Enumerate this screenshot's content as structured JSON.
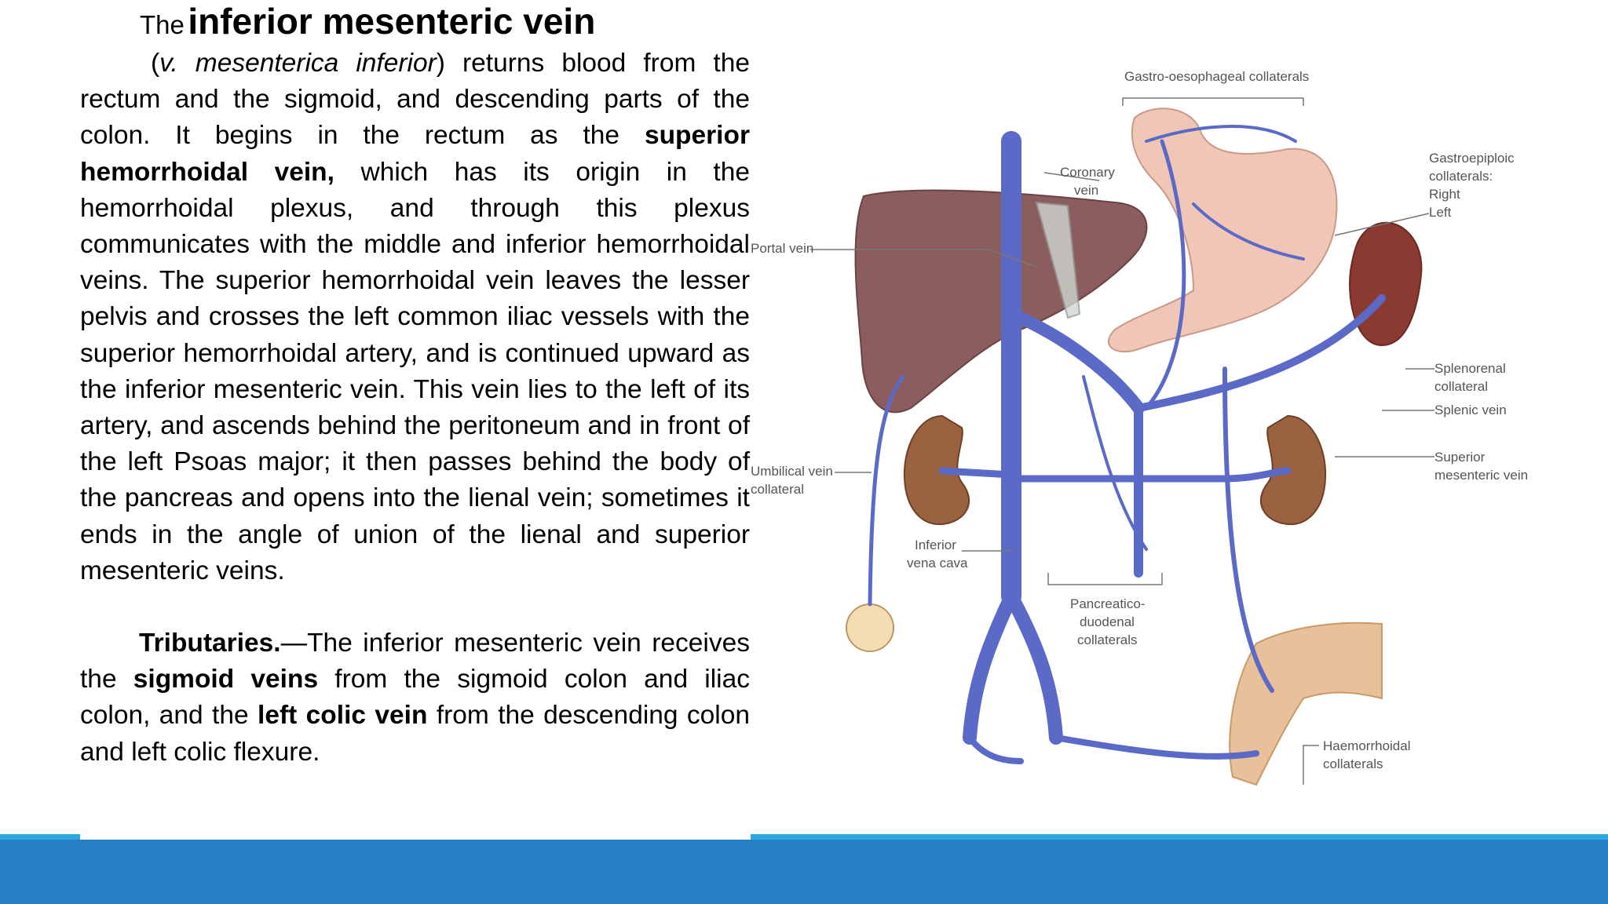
{
  "title": {
    "prefix": "The",
    "main": "inferior mesenteric vein"
  },
  "paragraph1": {
    "open_paren": "(",
    "latin": "v. mesenterica inferior",
    "t1": ") returns blood from the rectum and the sigmoid, and descending parts of the colon. It begins in the rectum as the ",
    "b1": "superior hemorrhoidal vein,",
    "t2": " which has its origin in the hemorrhoidal plexus, and through this plexus communicates with the middle and inferior hemorrhoidal veins. The superior hemorrhoidal vein leaves the lesser pelvis and crosses the left common iliac vessels with the superior hemorrhoidal artery, and is continued upward as the inferior mesenteric vein. This vein lies to the left of its artery, and ascends behind the peritoneum and in front of the left Psoas major; it then passes behind the body of the pancreas and opens into the lienal vein; sometimes it ends in the angle of union of the lienal and superior mesenteric veins."
  },
  "paragraph2": {
    "b1": "Tributaries.",
    "t1": "—The inferior mesenteric vein receives the ",
    "b2": "sigmoid veins",
    "t2": " from the sigmoid colon and iliac colon, and the ",
    "b3": "left colic vein",
    "t3": " from the descending colon and left colic flexure."
  },
  "figure": {
    "labels": {
      "gastro": "Gastro-oesophageal collaterals",
      "coronary1": "Coronary",
      "coronary2": "vein",
      "gastroepiploic1": "Gastroepiploic",
      "gastroepiploic2": "collaterals:",
      "gastroepiploic3": "Right",
      "gastroepiploic4": "Left",
      "portal": "Portal vein",
      "splenorenal1": "Splenorenal",
      "splenorenal2": "collateral",
      "splenic": "Splenic vein",
      "sup_mes1": "Superior",
      "sup_mes2": "mesenteric vein",
      "umbilical1": "Umbilical vein",
      "umbilical2": "collateral",
      "ivc1": "Inferior",
      "ivc2": "vena cava",
      "pancreatico1": "Pancreatico-",
      "pancreatico2": "duodenal",
      "pancreatico3": "collaterals",
      "haemorrhoidal1": "Haemorrhoidal",
      "haemorrhoidal2": "collaterals"
    }
  },
  "colors": {
    "vein": "#5b6ac7",
    "liver": "#8c5d5e",
    "stomach": "#f0c7b6",
    "spleen": "#8b3a32",
    "kidney": "#9b6240",
    "colon": "#e8c19a",
    "bar": "#2581c4",
    "stripe": "#2ea6e0"
  }
}
